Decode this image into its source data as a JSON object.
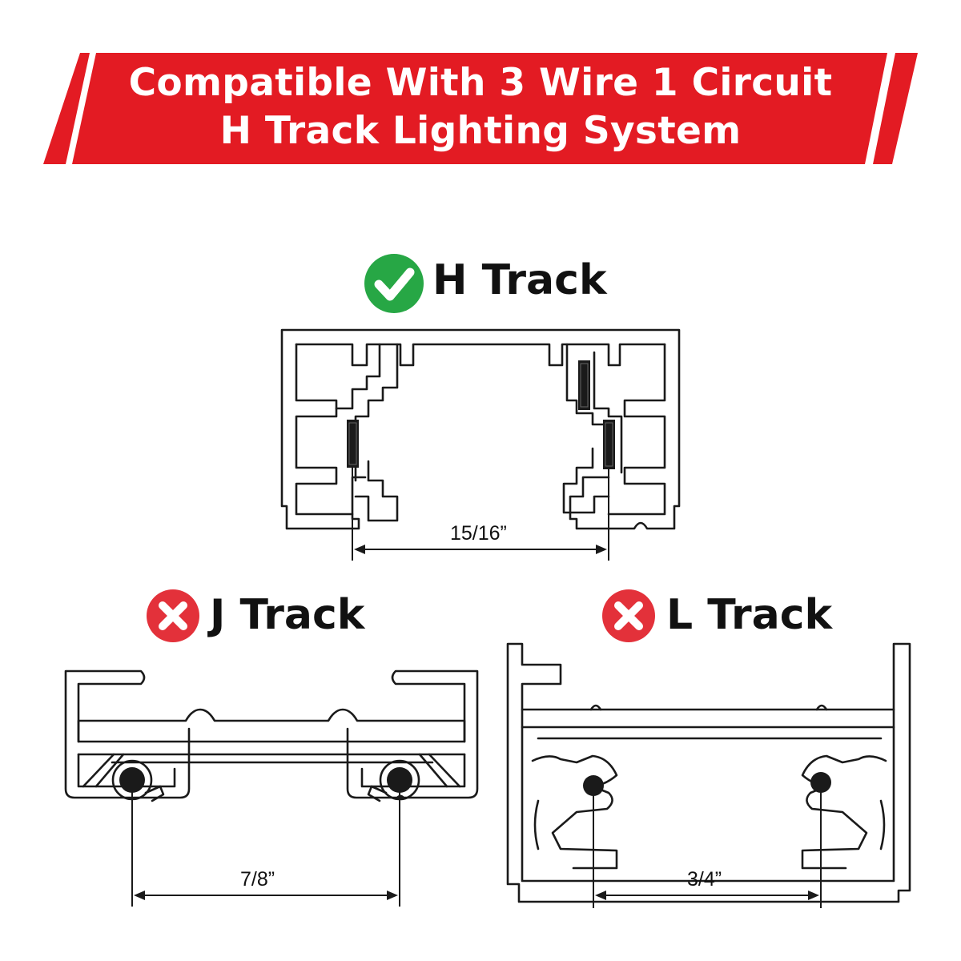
{
  "banner": {
    "line1": "Compatible With 3 Wire 1 Circuit",
    "line2": "H Track Lighting System",
    "color": "#e31b23"
  },
  "tracks": {
    "h": {
      "name": "H Track",
      "compatible": true,
      "dimension": "15/16”"
    },
    "j": {
      "name": "J Track",
      "compatible": false,
      "dimension": "7/8”"
    },
    "l": {
      "name": "L Track",
      "compatible": false,
      "dimension": "3/4”"
    }
  },
  "icons": {
    "check_color": "#27a745",
    "cross_color": "#e3313a"
  }
}
